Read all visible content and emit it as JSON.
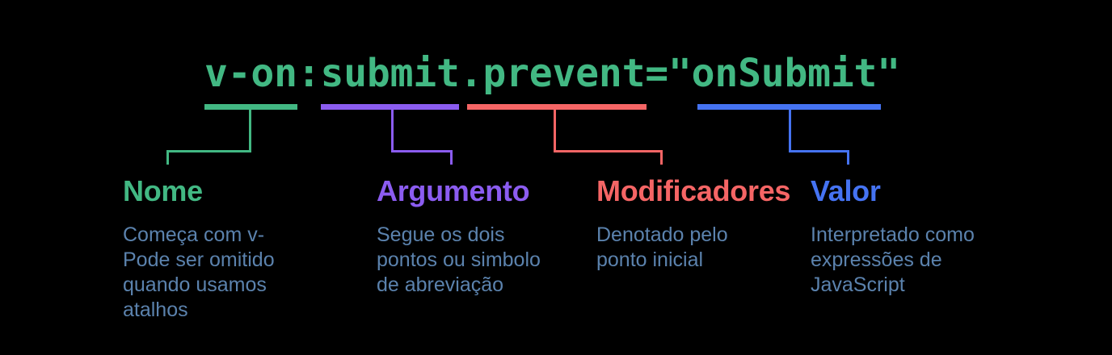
{
  "background": "#000000",
  "text_color": "#5b82ad",
  "code": {
    "text": "v-on:submit.prevent=\"onSubmit\"",
    "color": "#42b883"
  },
  "sections": [
    {
      "label": "Nome",
      "color": "#42b883",
      "desc_lines": [
        "Começa com v-",
        "Pode ser omitido",
        "quando usamos",
        "atalhos"
      ]
    },
    {
      "label": "Argumento",
      "color": "#8b5cf0",
      "desc_lines": [
        "Segue os dois",
        "pontos ou simbolo",
        "de abreviação"
      ]
    },
    {
      "label": "Modificadores",
      "color": "#f56565",
      "desc_lines": [
        "Denotado pelo",
        "ponto inicial"
      ]
    },
    {
      "label": "Valor",
      "color": "#4573f2",
      "desc_lines": [
        "Interpretado como",
        "expressões de",
        "JavaScript"
      ]
    }
  ]
}
